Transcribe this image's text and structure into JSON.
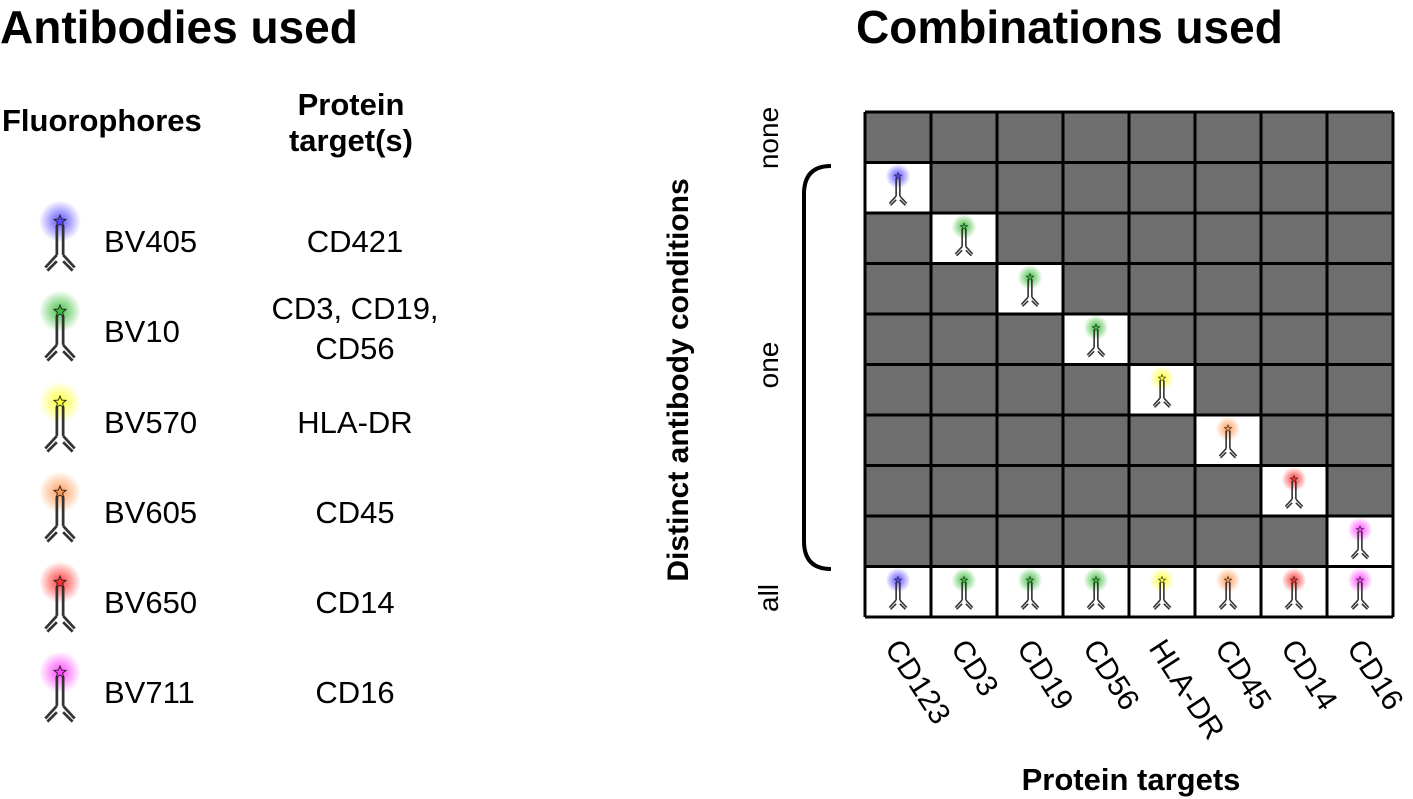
{
  "left_panel": {
    "title": "Antibodies used",
    "col_fluorophores": "Fluorophores",
    "col_protein_line1": "Protein",
    "col_protein_line2": "target(s)",
    "rows": [
      {
        "fluor": "BV405",
        "target_lines": [
          "CD421"
        ],
        "color": "#5a4bff"
      },
      {
        "fluor": "BV10",
        "target_lines": [
          "CD3, CD19,",
          "CD56"
        ],
        "color": "#3fbf3f"
      },
      {
        "fluor": "BV570",
        "target_lines": [
          "HLA-DR"
        ],
        "color": "#ffff33"
      },
      {
        "fluor": "BV605",
        "target_lines": [
          "CD45"
        ],
        "color": "#ff9a55"
      },
      {
        "fluor": "BV650",
        "target_lines": [
          "CD14"
        ],
        "color": "#ff3333"
      },
      {
        "fluor": "BV711",
        "target_lines": [
          "CD16"
        ],
        "color": "#ff44ff"
      }
    ]
  },
  "right_panel": {
    "title": "Combinations used",
    "y_axis_label": "Distinct antibody conditions",
    "x_axis_label": "Protein targets",
    "row_labels": {
      "none": "none",
      "one": "one",
      "all": "all"
    },
    "columns": [
      {
        "name": "CD123",
        "color": "#5a4bff"
      },
      {
        "name": "CD3",
        "color": "#3fbf3f"
      },
      {
        "name": "CD19",
        "color": "#3fbf3f"
      },
      {
        "name": "CD56",
        "color": "#3fbf3f"
      },
      {
        "name": "HLA-DR",
        "color": "#ffff33"
      },
      {
        "name": "CD45",
        "color": "#ff9a55"
      },
      {
        "name": "CD14",
        "color": "#ff3333"
      },
      {
        "name": "CD16",
        "color": "#ff44ff"
      }
    ],
    "grid_fill": "#6e6e6e",
    "cell_fill": "#ffffff"
  }
}
